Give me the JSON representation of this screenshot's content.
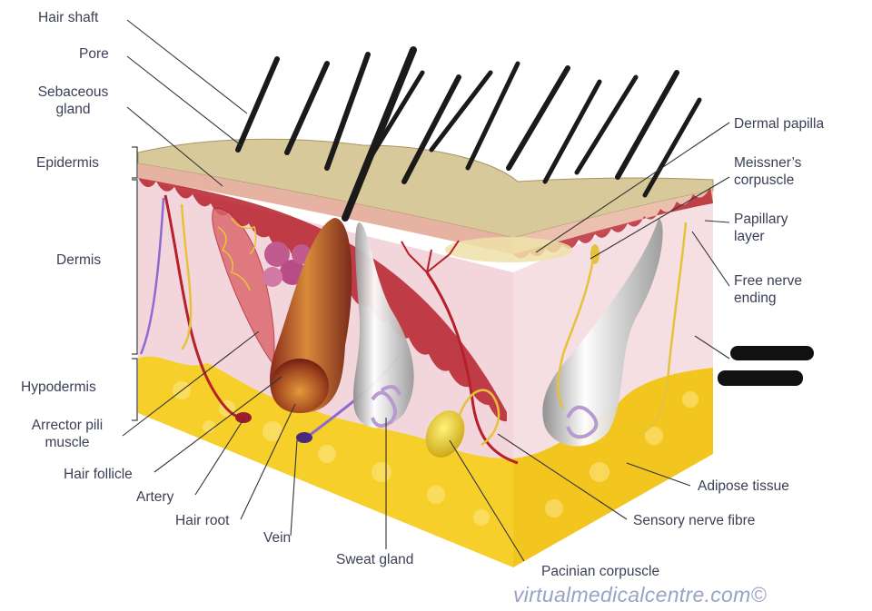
{
  "labels": {
    "hair_shaft": "Hair shaft",
    "pore": "Pore",
    "sebaceous_gland": "Sebaceous\ngland",
    "epidermis": "Epidermis",
    "dermis": "Dermis",
    "hypodermis": "Hypodermis",
    "arrector_pili_muscle": "Arrector pili\nmuscle",
    "hair_follicle": "Hair follicle",
    "artery": "Artery",
    "hair_root": "Hair root",
    "vein": "Vein",
    "sweat_gland": "Sweat gland",
    "pacinian_corpuscle": "Pacinian corpuscle",
    "sensory_nerve_fibre": "Sensory nerve fibre",
    "adipose_tissue": "Adipose tissue",
    "free_nerve_ending": "Free nerve\nending",
    "papillary_layer": "Papillary\nlayer",
    "meissners_corpuscle": "Meissner’s\ncorpuscle",
    "dermal_papilla": "Dermal papilla"
  },
  "watermark": "virtualmedicalcentre.com©",
  "colors": {
    "epidermis": "#d8c99a",
    "dermis": "#f3d6dc",
    "adipose": "#f6cf2b",
    "blood": "#b5202a",
    "nerve": "#e6c23a",
    "text": "#3a3f55"
  }
}
